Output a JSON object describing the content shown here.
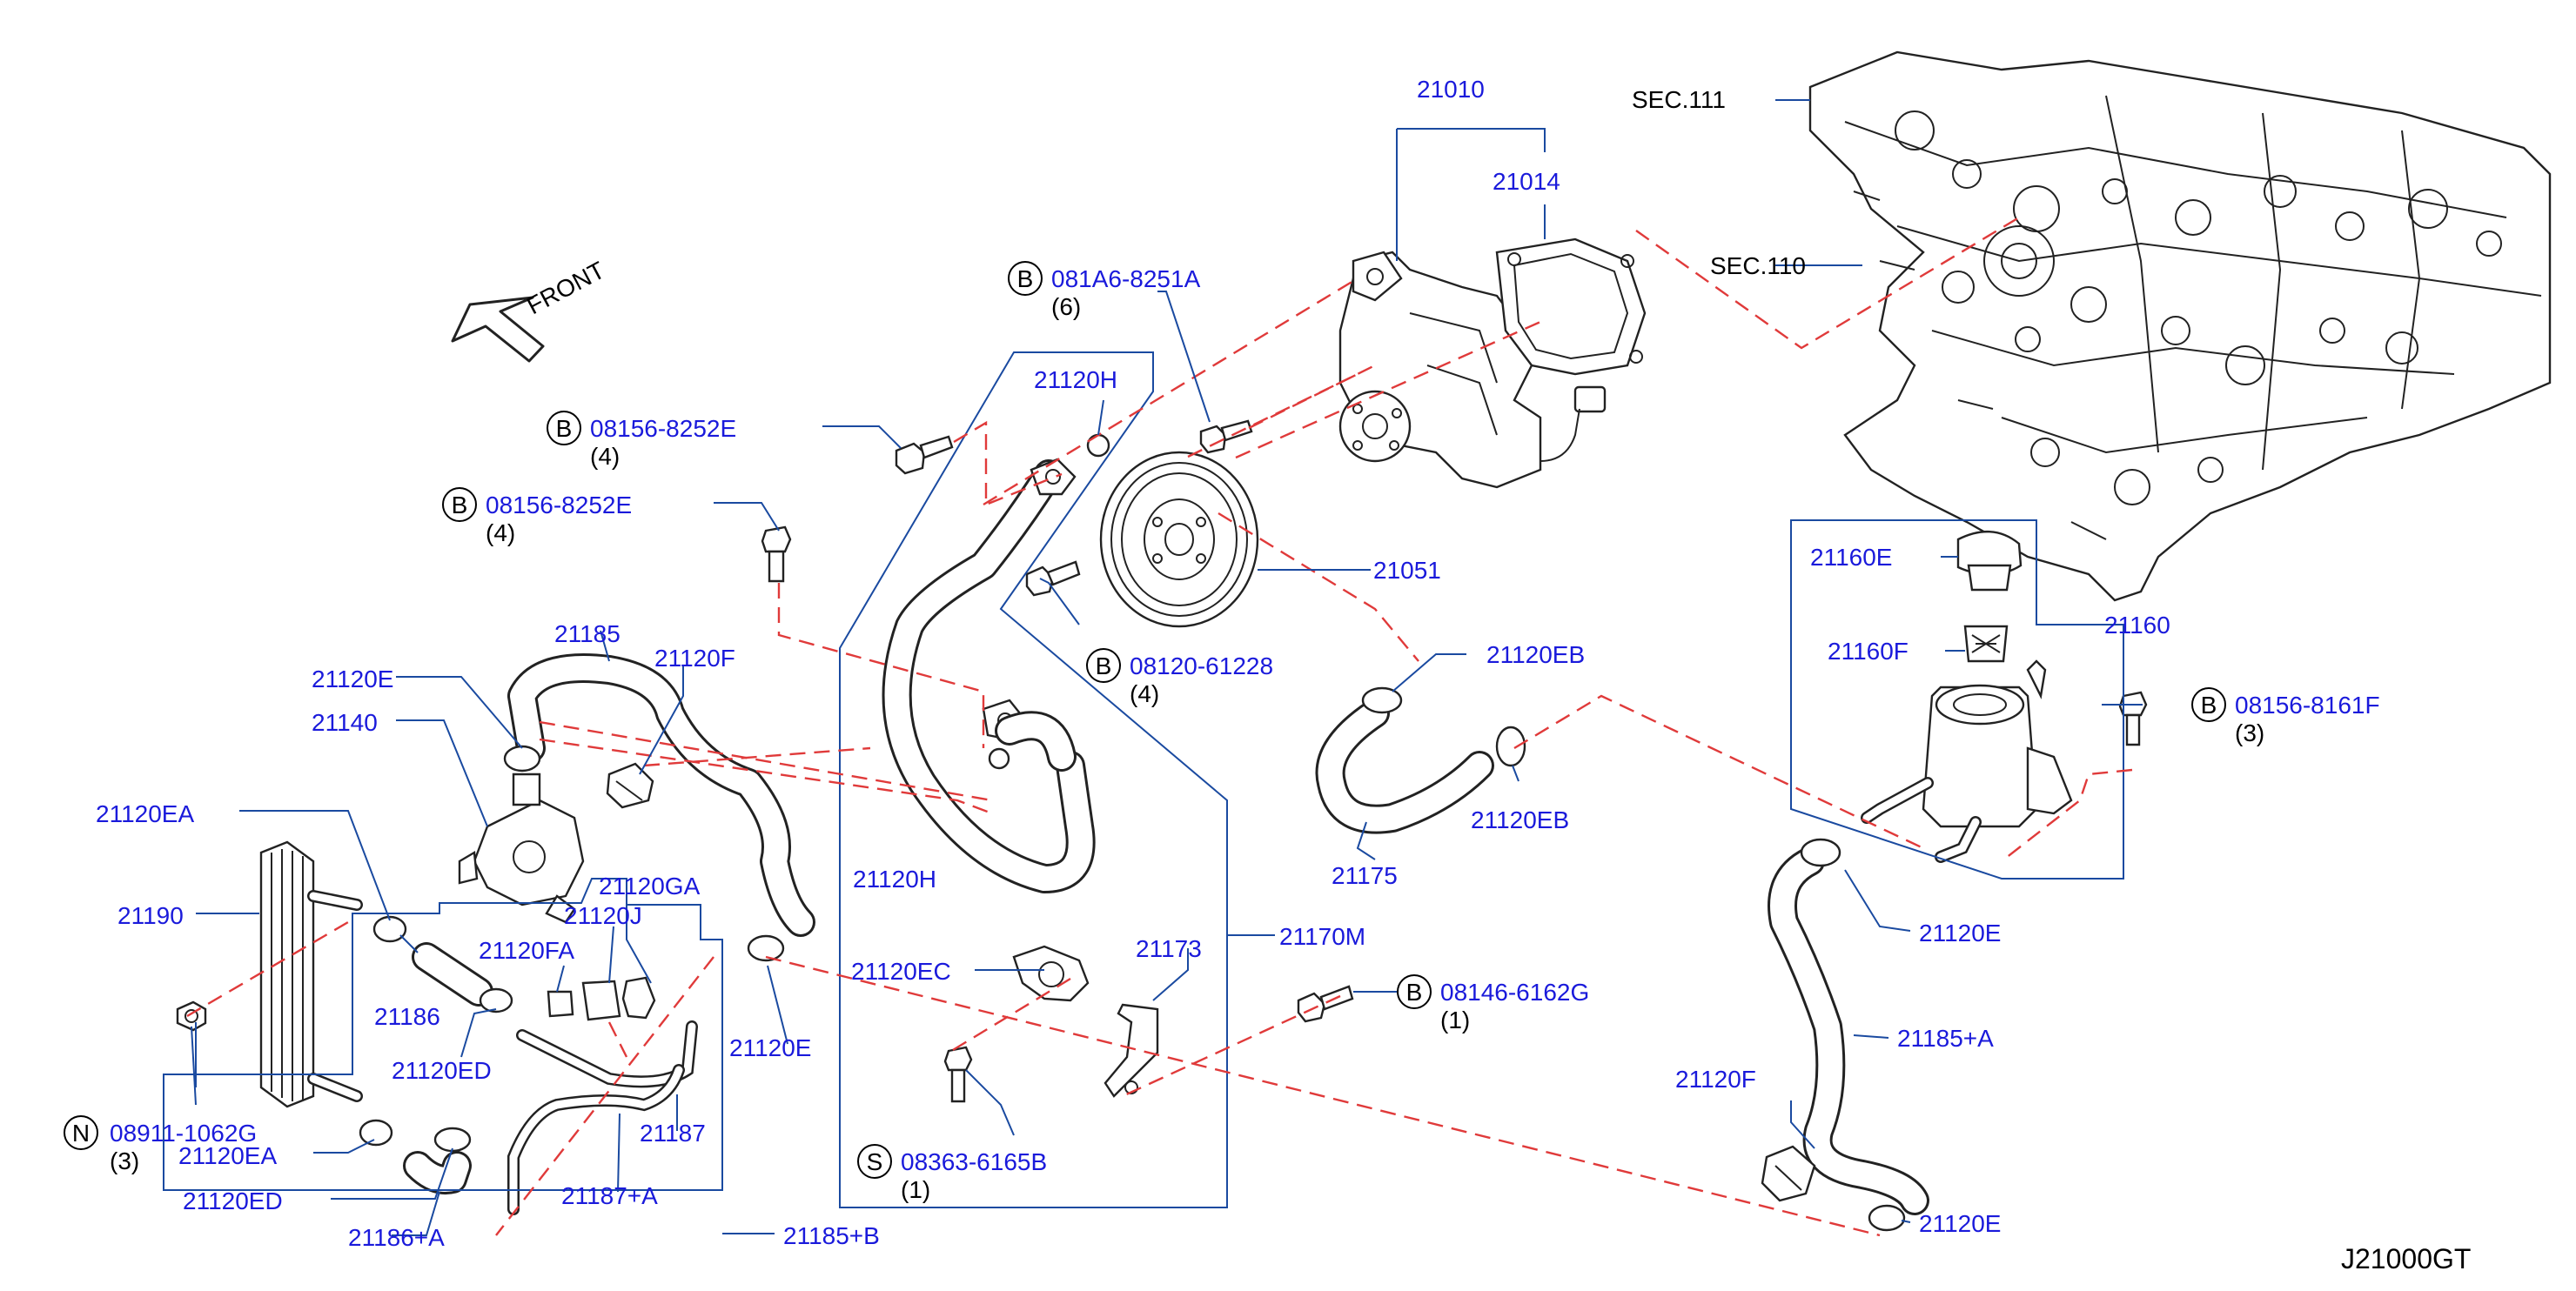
{
  "diagram_id": "J21000GT",
  "front_label": "FRONT",
  "colors": {
    "label": "#1a1adb",
    "leader": "#1a4aa0",
    "dash": "#e03a3a",
    "line": "#222222"
  },
  "labels": {
    "p21010": "21010",
    "p21014": "21014",
    "sec111": "SEC.111",
    "sec110": "SEC.110",
    "p21120H_top": "21120H",
    "p21120H_bot": "21120H",
    "p21051": "21051",
    "p21120EB_top": "21120EB",
    "p21120EB_bot": "21120EB",
    "p21175": "21175",
    "p21160E": "21160E",
    "p21160F": "21160F",
    "p21160": "21160",
    "p21120E_right": "21120E",
    "p21185A": "21185+A",
    "p21120F_right": "21120F",
    "p21120E_bottom": "21120E",
    "p21185": "21185",
    "p21120E_left": "21120E",
    "p21120F_left": "21120F",
    "p21140": "21140",
    "p21120EA_top": "21120EA",
    "p21190": "21190",
    "p21120GA": "21120GA",
    "p21120J": "21120J",
    "p21120FA": "21120FA",
    "p21186": "21186",
    "p21120ED_top": "21120ED",
    "p21120EA_bot": "21120EA",
    "p21120ED_bot": "21120ED",
    "p21186A": "21186+A",
    "p21187A": "21187+A",
    "p21187": "21187",
    "p21185B": "21185+B",
    "p21120E_mid": "21120E",
    "p21120EC": "21120EC",
    "p21173": "21173",
    "p21170M": "21170M"
  },
  "callouts": [
    {
      "key": "c1",
      "letter": "B",
      "number": "081A6-8251A",
      "qty": "(6)"
    },
    {
      "key": "c2",
      "letter": "B",
      "number": "08156-8252E",
      "qty": "(4)"
    },
    {
      "key": "c3",
      "letter": "B",
      "number": "08156-8252E",
      "qty": "(4)"
    },
    {
      "key": "c4",
      "letter": "B",
      "number": "08120-61228",
      "qty": "(4)"
    },
    {
      "key": "c5",
      "letter": "B",
      "number": "08156-8161F",
      "qty": "(3)"
    },
    {
      "key": "c6",
      "letter": "B",
      "number": "08146-6162G",
      "qty": "(1)"
    },
    {
      "key": "c7",
      "letter": "S",
      "number": "08363-6165B",
      "qty": "(1)"
    },
    {
      "key": "c8",
      "letter": "N",
      "number": "08911-1062G",
      "qty": "(3)"
    }
  ]
}
